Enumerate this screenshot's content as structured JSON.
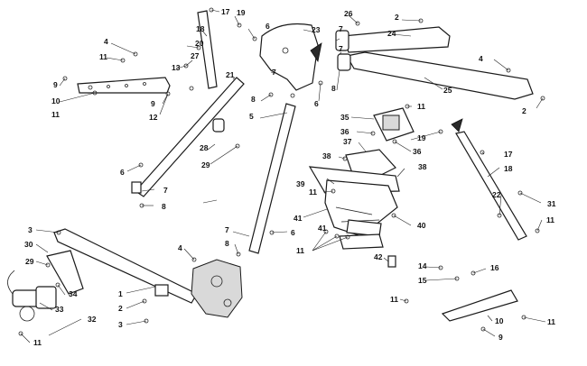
{
  "callouts": {
    "c1": "1",
    "c2": "2",
    "c3": "3",
    "c4": "4",
    "c5": "5",
    "c6": "6",
    "c7": "7",
    "c8": "8",
    "c9": "9",
    "c10": "10",
    "c11": "11",
    "c12": "12",
    "c13": "13",
    "c14": "14",
    "c15": "15",
    "c16": "16",
    "c17": "17",
    "c18": "18",
    "c19": "19",
    "c20": "20",
    "c21": "21",
    "c22": "22",
    "c23": "23",
    "c24": "24",
    "c25": "25",
    "c26": "26",
    "c27": "27",
    "c28": "28",
    "c29": "29",
    "c30": "30",
    "c31": "31",
    "c32": "32",
    "c33": "33",
    "c34": "34",
    "c35": "35",
    "c36": "36",
    "c37": "37",
    "c38": "38",
    "c39": "39",
    "c40": "40",
    "c41": "41",
    "c42": "42"
  },
  "colors": {
    "line": "#1a1a1a",
    "fill": "#ffffff",
    "shade": "#d9d9d9"
  }
}
